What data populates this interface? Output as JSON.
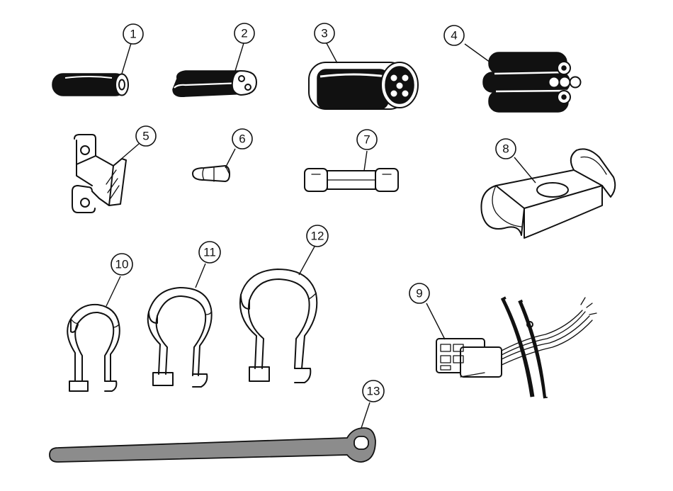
{
  "callouts": [
    "1",
    "2",
    "3",
    "4",
    "5",
    "6",
    "7",
    "8",
    "9",
    "10",
    "11",
    "12",
    "13"
  ],
  "colors": {
    "ink": "#111111",
    "paper": "#ffffff",
    "strap": "#8c8c8c"
  }
}
